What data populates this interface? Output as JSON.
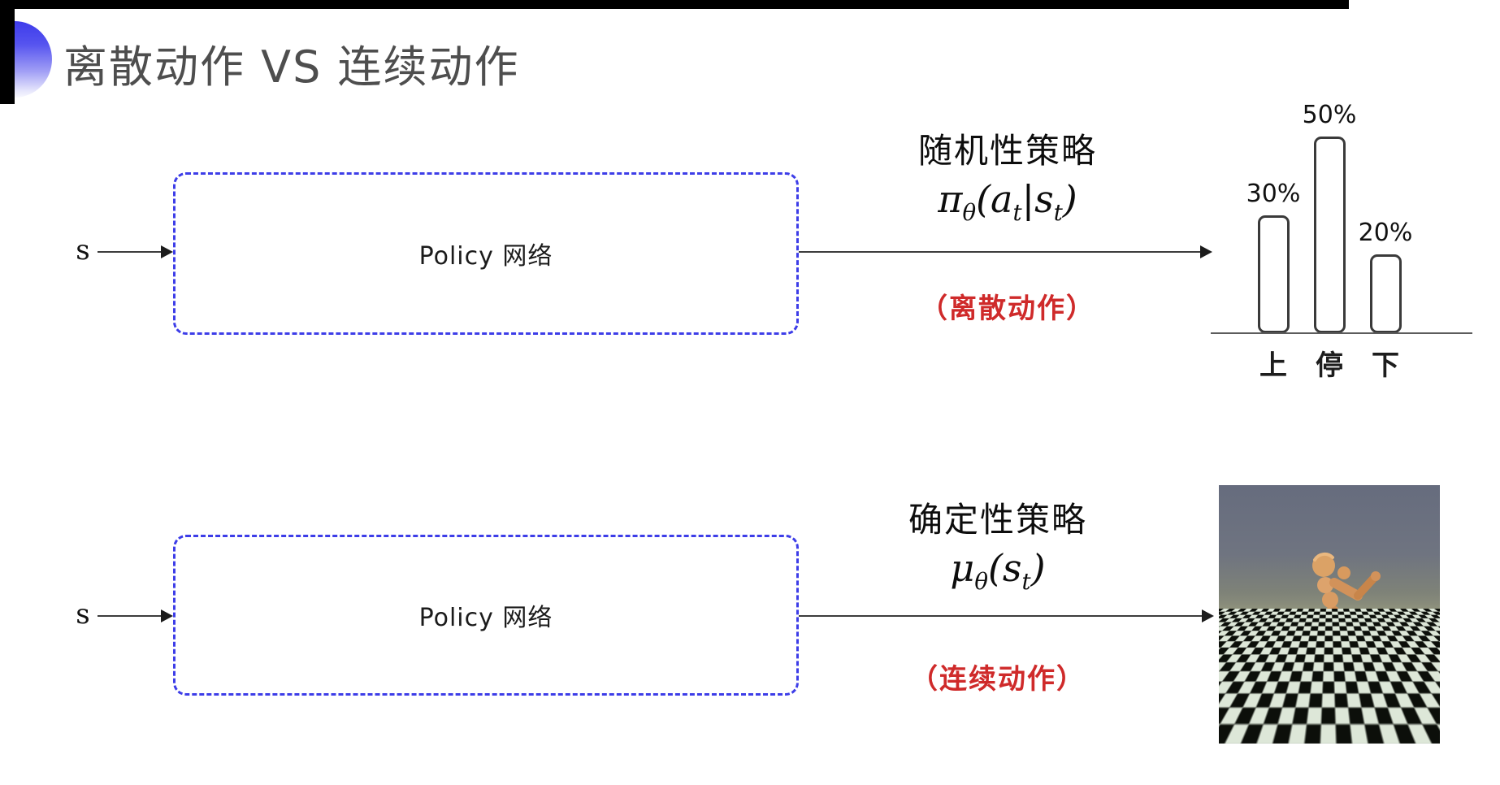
{
  "slide": {
    "title": "离散动作 VS 连续动作",
    "title_color": "#4e4e4e",
    "accent_color": "#3d3de8"
  },
  "rows": {
    "stochastic": {
      "input_label": "s",
      "box_label": "Policy 网络",
      "policy_name": "随机性策略",
      "formula": "π_{θ}(a_{t}|s_{t})",
      "action_note": "（离散动作）",
      "note_color": "#cf2a2a"
    },
    "deterministic": {
      "input_label": "s",
      "box_label": "Policy 网络",
      "policy_name": "确定性策略",
      "formula": "μ_{θ}(s_{t})",
      "action_note": "（连续动作）",
      "note_color": "#cf2a2a"
    }
  },
  "chart_data": {
    "type": "bar",
    "title": "",
    "categories": [
      "上",
      "停",
      "下"
    ],
    "values": [
      30,
      50,
      20
    ],
    "value_labels": [
      "30%",
      "50%",
      "20%"
    ],
    "ylim": [
      0,
      52
    ],
    "grid": "off",
    "legend": "none",
    "style": "white bars with dark rounded outline above a single baseline"
  },
  "humanoid_image": {
    "alt": "MuJoCo 人形机器人在黑白棋盘格地面上奔跑的仿真画面"
  }
}
